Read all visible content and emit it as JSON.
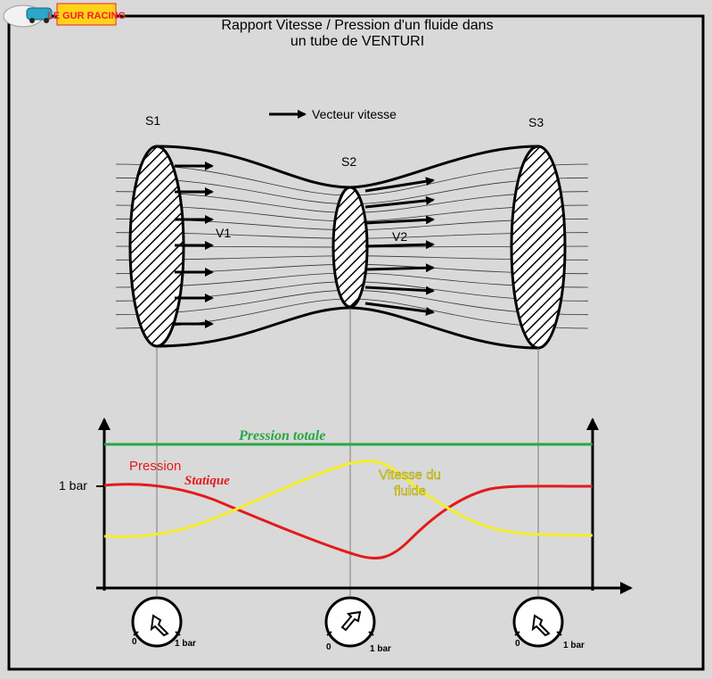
{
  "logo": {
    "text": "LE GUR RACING"
  },
  "title": {
    "line1": "Rapport Vitesse / Pression d'un fluide dans",
    "line2": "un tube de VENTURI"
  },
  "legend": {
    "label": "Vecteur vitesse"
  },
  "sections": {
    "s1": "S1",
    "s2": "S2",
    "s3": "S3"
  },
  "velocities": {
    "v1": "V1",
    "v2": "V2"
  },
  "graph": {
    "pression_totale": "Pression totale",
    "pression": "Pression",
    "statique": "Statique",
    "vitesse_line1": "Vitesse du",
    "vitesse_line2": "fluide",
    "y_tick": "1 bar"
  },
  "gauges": {
    "zero": "0",
    "full": "1 bar"
  },
  "colors": {
    "background": "#d9d9d9",
    "total_pressure": "#28a745",
    "static_pressure": "#e31b1b",
    "velocity": "#f4ee2b",
    "outline": "#000000"
  }
}
